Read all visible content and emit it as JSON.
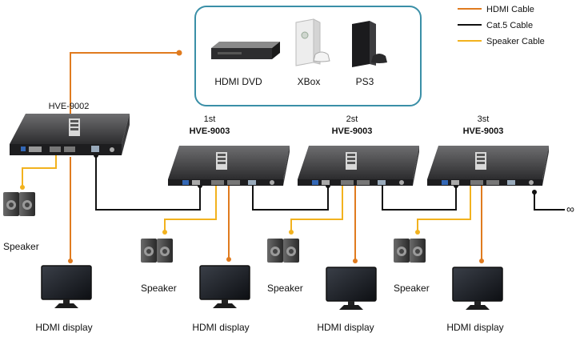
{
  "legend": {
    "hdmi": "HDMI Cable",
    "cat5": "Cat.5 Cable",
    "speaker": "Speaker Cable",
    "colors": {
      "hdmi": "#e07b1f",
      "cat5": "#111111",
      "speaker": "#f2b21e"
    }
  },
  "sources": {
    "dvd": "HDMI DVD",
    "xbox": "XBox",
    "ps3": "PS3"
  },
  "transmitter": {
    "model": "HVE-9002"
  },
  "receivers": [
    {
      "order": "1st",
      "model": "HVE-9003"
    },
    {
      "order": "2st",
      "model": "HVE-9003"
    },
    {
      "order": "3st",
      "model": "HVE-9003"
    }
  ],
  "outputs": {
    "speaker": "Speaker",
    "display": "HDMI display"
  },
  "chain_end": "∞"
}
